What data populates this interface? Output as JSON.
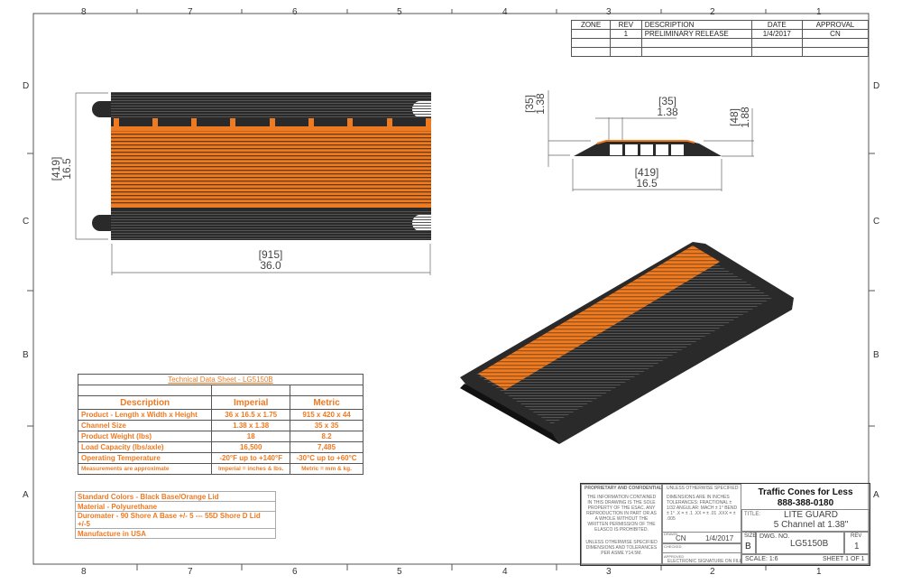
{
  "zones": {
    "columns": [
      "8",
      "7",
      "6",
      "5",
      "4",
      "3",
      "2",
      "1"
    ],
    "rows": [
      "D",
      "C",
      "B",
      "A"
    ]
  },
  "revision_table": {
    "headers": [
      "ZONE",
      "REV",
      "DESCRIPTION",
      "DATE",
      "APPROVAL"
    ],
    "rows": [
      [
        "",
        "1",
        "PRELIMINARY RELEASE",
        "1/4/2017",
        "CN"
      ],
      [
        "",
        "",
        "",
        "",
        ""
      ],
      [
        "",
        "",
        "",
        "",
        ""
      ]
    ]
  },
  "top_view": {
    "width_mm": "[419]",
    "width_in": "16.5",
    "length_mm": "[915]",
    "length_in": "36.0"
  },
  "side_view": {
    "lid_h_mm": "[35]",
    "lid_h_in": "1.38",
    "channel_mm": "[35]",
    "channel_in": "1.38",
    "height_mm": "[48]",
    "height_in": "1.88",
    "width_mm": "[419]",
    "width_in": "16.5"
  },
  "tech_sheet": {
    "title": "Technical Data Sheet - LG5150B",
    "headers": [
      "Description",
      "Imperial",
      "Metric"
    ],
    "rows": [
      [
        "Product - Length x Width x Height",
        "36 x 16.5 x 1.75",
        "915 x 420 x 44"
      ],
      [
        "Channel Size",
        "1.38 x 1.38",
        "35 x 35"
      ],
      [
        "Product Weight (lbs)",
        "18",
        "8.2"
      ],
      [
        "Load Capacity (lbs/axle)",
        "16,500",
        "7,485"
      ],
      [
        "Operating Temperature",
        "-20°F up to +140°F",
        "-30°C up to +60°C"
      ]
    ],
    "footer": [
      "Measurements are approximate",
      "Imperial = inches & lbs.",
      "Metric = mm & kg."
    ]
  },
  "specs": [
    "Standard Colors - Black Base/Orange Lid",
    "Material - Polyurethane",
    "Duromater - 90 Shore A Base +/- 5 --- 55D Shore D Lid +/-5",
    "Manufacture in USA"
  ],
  "title_block": {
    "proprietary": "PROPRIETARY AND CONFIDENTIAL",
    "proprietary_text": "THE INFORMATION CONTAINED IN THIS DRAWING IS THE SOLE PROPERTY OF THE ESAC. ANY REPRODUCTION IN PART OR AS A WHOLE WITHOUT THE WRITTEN PERMISSION OF THE ELASCO IS PROHIBITED.",
    "unless": "UNLESS OTHERWISE SPECIFIED:",
    "tolerances": "DIMENSIONS ARE IN INCHES TOLERANCES: FRACTIONAL ± 1/32 ANGULAR: MACH ± 1° BEND ± 1° .X = ± .1 .XX = ± .01 .XXX = ± .005",
    "asme": "UNLESS OTHERWISE SPECIFIED DIMENSIONS AND TOLERANCES PER ASME Y14.5M.",
    "drawn_label": "DRAWN",
    "drawn_by": "CN",
    "drawn_date": "1/4/2017",
    "checked_label": "CHECKED",
    "approved_label": "APPROVED",
    "approved_value": "ELECTRONIC SIGNATURE ON FILE",
    "company": "Traffic Cones for Less",
    "phone": "888-388-0180",
    "title_label": "TITLE:",
    "title1": "LITE GUARD",
    "title2": "5 Channel at 1.38\"",
    "size_label": "SIZE",
    "size": "B",
    "dwg_label": "DWG. NO.",
    "dwg": "LG5150B",
    "rev_label": "REV",
    "rev": "1",
    "scale": "SCALE: 1:6",
    "sheet": "SHEET 1 OF 1"
  },
  "colors": {
    "orange": "#ee7a22",
    "black": "#2a2a2a"
  }
}
